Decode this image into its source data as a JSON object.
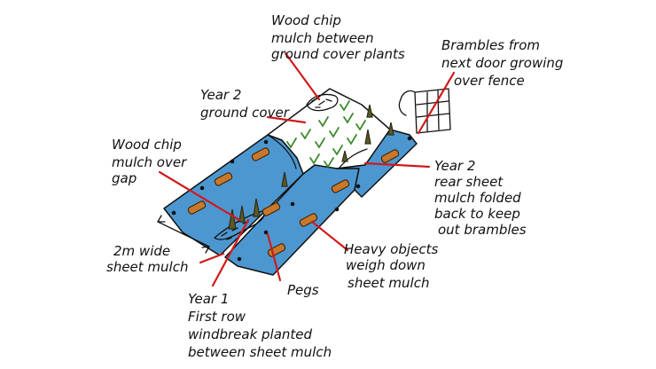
{
  "colors": {
    "sheet_mulch": "#4d97d1",
    "ground_cover_area": "#ffffff",
    "pointer_lines": "#d01a1a",
    "weights": "#c8782a",
    "ground_cover_plants": "#3d8a2f"
  },
  "labels": {
    "wood_chip_top": [
      "Wood chip",
      "mulch between",
      "ground cover plants"
    ],
    "brambles": [
      "Brambles from",
      "next door growing",
      "over fence"
    ],
    "year2_ground_cover": [
      "Year 2",
      "ground cover"
    ],
    "wood_chip_gap": [
      "Wood chip",
      "mulch over",
      "gap"
    ],
    "year2_rear": [
      "Year 2",
      "rear sheet",
      "mulch folded",
      "back to keep",
      "out brambles"
    ],
    "heavy_objects": [
      "Heavy objects",
      "weigh down",
      "sheet mulch"
    ],
    "width": [
      "2m wide",
      "sheet mulch"
    ],
    "pegs": [
      "Pegs"
    ],
    "year1": [
      "Year 1",
      "First row",
      "windbreak planted",
      "between sheet mulch"
    ]
  }
}
